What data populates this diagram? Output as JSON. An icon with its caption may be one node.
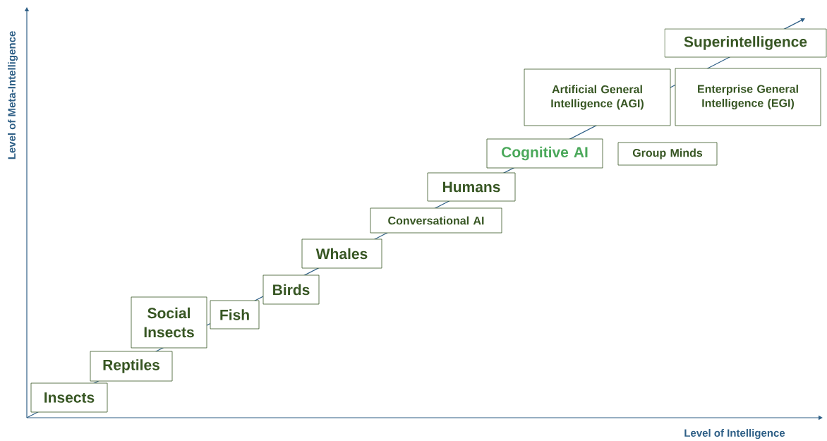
{
  "diagram": {
    "nodes": [
      {
        "text": [
          "Insects"
        ]
      },
      {
        "text": [
          "Reptiles"
        ]
      },
      {
        "text": [
          "Social Insects"
        ]
      },
      {
        "text": [
          "Fish"
        ]
      },
      {
        "text": [
          "Birds"
        ]
      },
      {
        "text": [
          "Whales"
        ]
      },
      {
        "text": [
          "Conversational AI"
        ]
      },
      {
        "text": [
          "Humans"
        ]
      },
      {
        "text": [
          "Cognitive AI"
        ]
      },
      {
        "text": [
          "Group Minds"
        ]
      },
      {
        "text": [
          "Artificial General Intelligence (AGI)"
        ]
      },
      {
        "text": [
          "Enterprise General Intelligence (EGI)"
        ]
      },
      {
        "text": [
          "Superintelligence"
        ]
      }
    ],
    "labels": [
      "Level of Meta-Intelligence",
      "Level of Intelligence"
    ]
  }
}
